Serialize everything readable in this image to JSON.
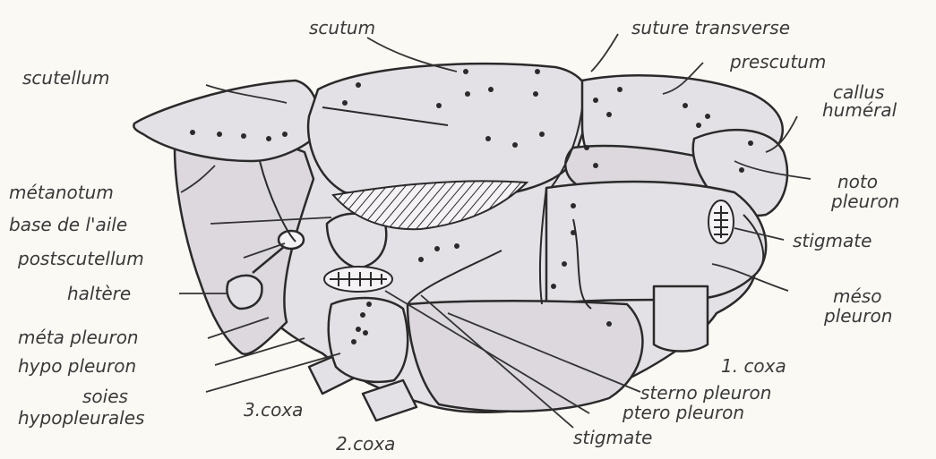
{
  "labels": {
    "scutum": "scutum",
    "suture_transverse": "suture transverse",
    "prescutum": "prescutum",
    "callus_humeral_1": "callus",
    "callus_humeral_2": "huméral",
    "noto_pleuron_1": "noto",
    "noto_pleuron_2": "pleuron",
    "stigmate_right": "stigmate",
    "meso_pleuron_1": "méso",
    "meso_pleuron_2": "pleuron",
    "coxa_1": "1. coxa",
    "sterno_pleuron": "sterno pleuron",
    "ptero_pleuron": "ptero pleuron",
    "stigmate_bottom": "stigmate",
    "coxa_2": "2.coxa",
    "coxa_3": "3.coxa",
    "scutellum": "scutellum",
    "metanotum": "métanotum",
    "base_aile": "base de l'aile",
    "postscutellum": "postscutellum",
    "haltere": "haltère",
    "meta_pleuron": "méta pleuron",
    "hypo_pleuron": "hypo pleuron",
    "soies_1": "soies",
    "soies_2": "hypopleurales"
  },
  "colors": {
    "body_fill": "#e4e1e6",
    "shade_fill": "#d4d0d8",
    "outline": "#2a2a2a",
    "label_text": "#3a3a3a"
  }
}
